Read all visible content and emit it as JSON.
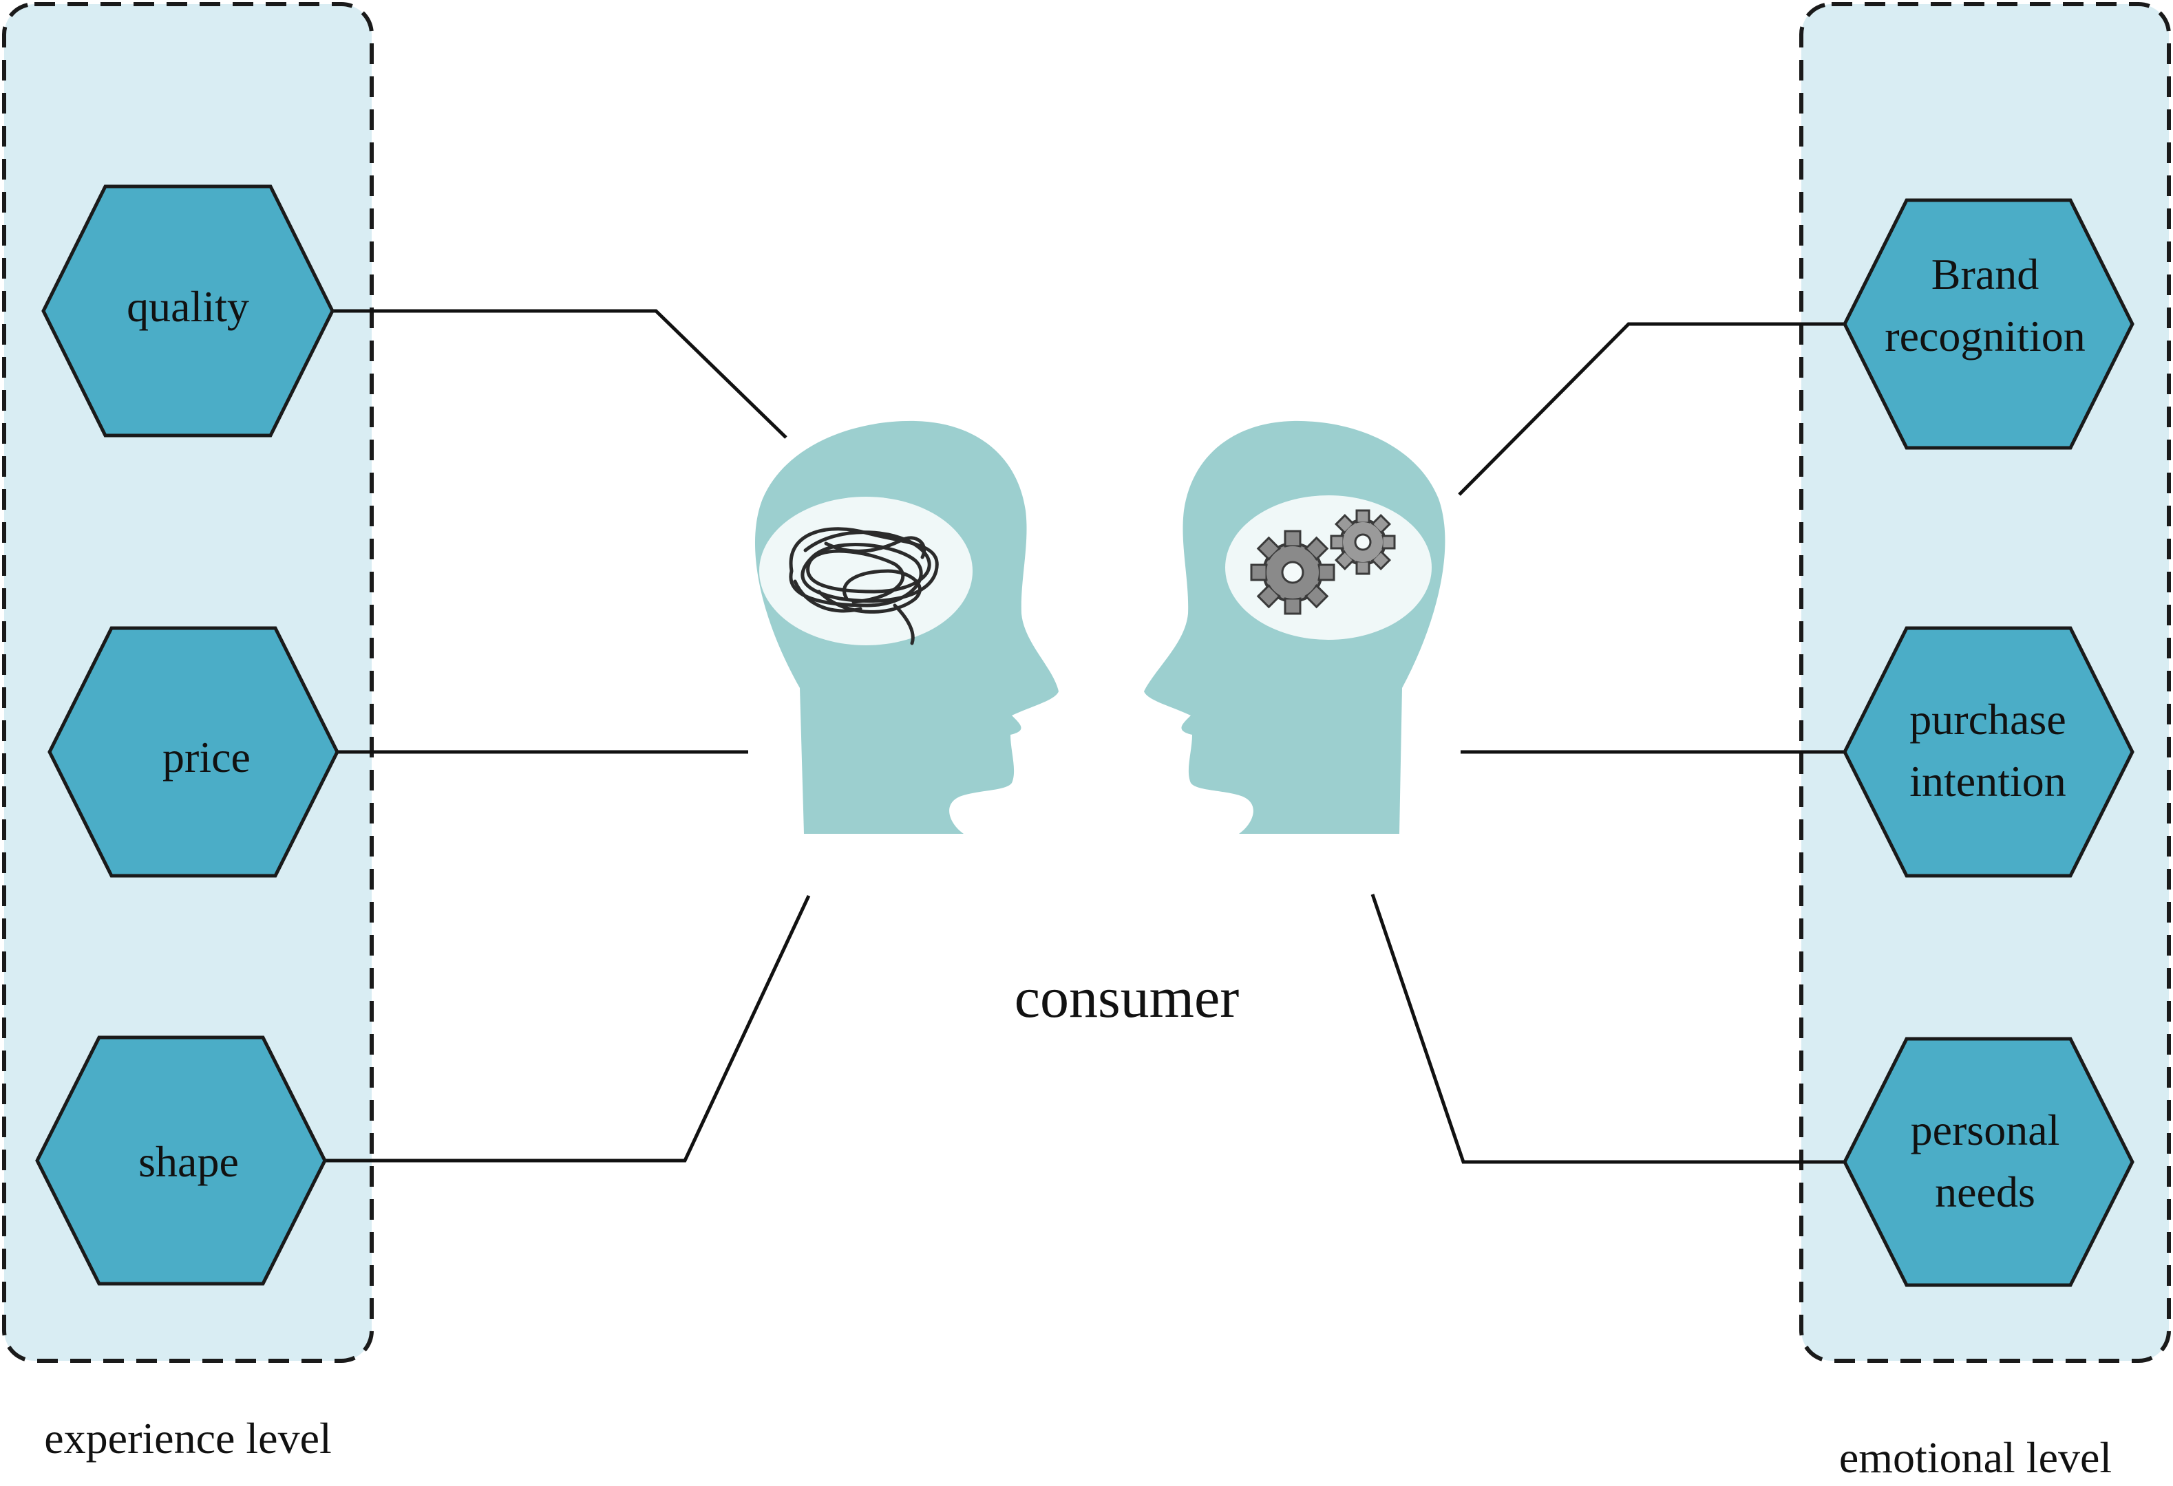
{
  "colors": {
    "panel_fill": "#d9edf3",
    "panel_border": "#1a1a1a",
    "hex_fill": "#4badc7",
    "hex_stroke": "#1a1a1a",
    "head_fill": "#9ccfcf",
    "brain_cloud": "#f4fafa",
    "gear": "#8a8a8a",
    "connector": "#111111"
  },
  "left_group": {
    "caption": "experience level",
    "items": [
      {
        "lines": [
          "quality"
        ]
      },
      {
        "lines": [
          "price"
        ]
      },
      {
        "lines": [
          "shape"
        ]
      }
    ]
  },
  "right_group": {
    "caption": "emotional level",
    "items": [
      {
        "lines": [
          "Brand",
          "recognition"
        ]
      },
      {
        "lines": [
          "purchase",
          "intention"
        ]
      },
      {
        "lines": [
          "personal",
          "needs"
        ]
      }
    ]
  },
  "center": {
    "label": "consumer",
    "left_head_icon": "tangled-thoughts-icon",
    "right_head_icon": "gears-icon"
  }
}
